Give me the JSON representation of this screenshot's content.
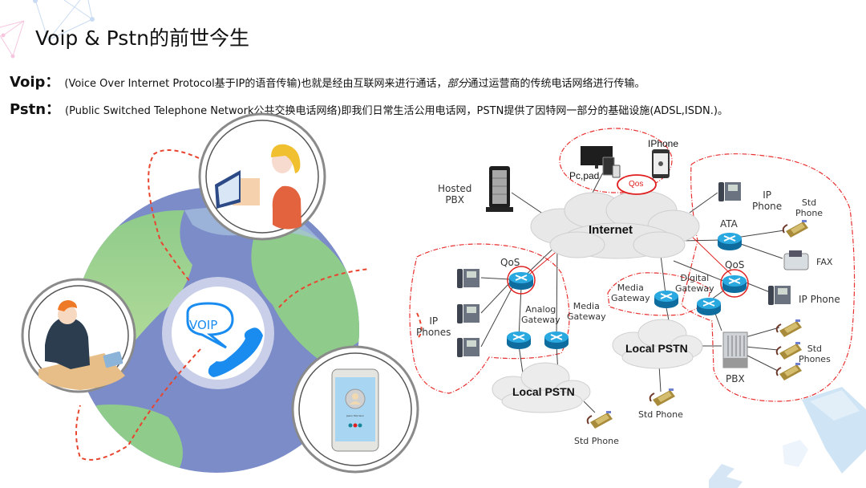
{
  "slide": {
    "title": "Voip & Pstn的前世今生",
    "voip": {
      "key": "Voip：",
      "text_before": "(Voice Over Internet Protocol基于IP的语音传输)也就是经由互联网来进行通话，",
      "emphasis": "部分",
      "text_after": "通过运营商的传统电话网络进行传输。"
    },
    "pstn": {
      "key": "Pstn：",
      "text": "(Public Switched Telephone Network公共交换电话网络)即我们日常生活公用电话网，PSTN提供了因特网一部分的基础设施(ADSL,ISDN.)。"
    }
  },
  "illustration": {
    "badge_text": "VOIP",
    "contact_name": "Jason Morrison",
    "colors": {
      "ocean": "#7b8cc8",
      "land": "#8fcb8a",
      "voip_blue": "#1a8cf0",
      "dashed_orbit": "#e8452f"
    }
  },
  "network": {
    "internet_label": "Internet",
    "local_pstn_left": "Local PSTN",
    "local_pstn_right": "Local PSTN",
    "hosted_pbx": [
      "Hosted",
      "PBX"
    ],
    "pc_pad": "Pc,pad",
    "iphone": "IPhone",
    "qos_top": "Qos",
    "qos_left": "QoS",
    "qos_right": "QoS",
    "ip_phones_left": [
      "IP",
      "Phones"
    ],
    "analog_gateway": [
      "Analog",
      "Gateway"
    ],
    "media_gateway_left": [
      "Media",
      "Gateway"
    ],
    "media_gateway_mid": [
      "Media",
      "Gateway"
    ],
    "digital_gateway": [
      "Digital",
      "Gateway"
    ],
    "ip_phone_top": [
      "IP",
      "Phone"
    ],
    "std_phone_top": [
      "Std",
      "Phone"
    ],
    "ata": "ATA",
    "fax": "FAX",
    "ip_phone_right": "IP Phone",
    "std_phones_right": [
      "Std",
      "Phones"
    ],
    "pbx": "PBX",
    "std_phone_mid": "Std Phone",
    "std_phone_bottom": "Std Phone",
    "colors": {
      "router": "#1a9ad6",
      "qos_ring": "#e02020",
      "zone_border": "#e83030",
      "cloud": "#e6e6e6"
    }
  }
}
